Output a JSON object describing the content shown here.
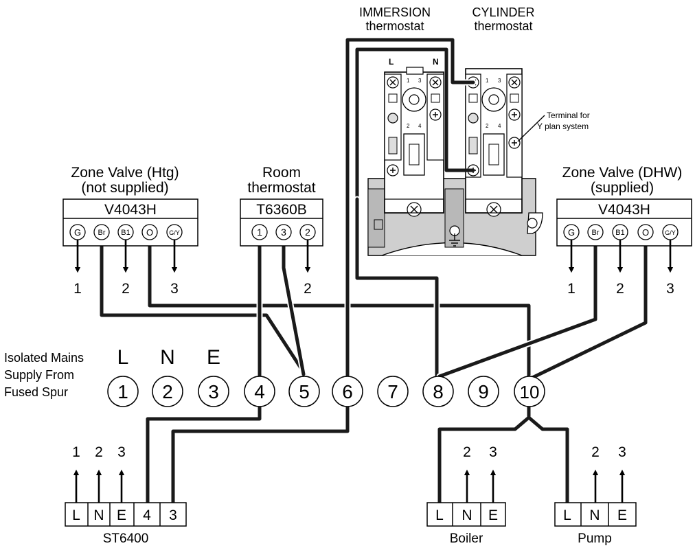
{
  "thermostats": {
    "immersion_line1": "IMMERSION",
    "immersion_line2": "thermostat",
    "cylinder_line1": "CYLINDER",
    "cylinder_line2": "thermostat",
    "label_L": "L",
    "label_N": "N",
    "t1": "1",
    "t2": "2",
    "t3": "3",
    "t4": "4",
    "y_plan_line1": "Terminal for",
    "y_plan_line2": "Y plan system"
  },
  "zone_valve_htg": {
    "title1": "Zone Valve (Htg)",
    "title2": "(not supplied)",
    "model": "V4043H",
    "terminals": [
      "G",
      "Br",
      "B1",
      "O",
      "G/Y"
    ],
    "outputs": [
      "1",
      "2",
      "3"
    ]
  },
  "room_thermostat": {
    "title1": "Room",
    "title2": "thermostat",
    "model": "T6360B",
    "terminals": [
      "1",
      "3",
      "2"
    ],
    "output": "2"
  },
  "zone_valve_dhw": {
    "title1": "Zone Valve (DHW)",
    "title2": "(supplied)",
    "model": "V4043H",
    "terminals": [
      "G",
      "Br",
      "B1",
      "O",
      "G/Y"
    ],
    "outputs": [
      "1",
      "2",
      "3"
    ]
  },
  "mains": {
    "line1": "Isolated Mains",
    "line2": "Supply From",
    "line3": "Fused Spur",
    "letters": [
      "L",
      "N",
      "E"
    ]
  },
  "terminal_strip": [
    "1",
    "2",
    "3",
    "4",
    "5",
    "6",
    "7",
    "8",
    "9",
    "10"
  ],
  "st6400": {
    "inputs": [
      "1",
      "2",
      "3"
    ],
    "cells": [
      "L",
      "N",
      "E",
      "4",
      "3"
    ],
    "name": "ST6400"
  },
  "boiler": {
    "inputs": [
      "2",
      "3"
    ],
    "cells": [
      "L",
      "N",
      "E"
    ],
    "name": "Boiler"
  },
  "pump": {
    "inputs": [
      "2",
      "3"
    ],
    "cells": [
      "L",
      "N",
      "E"
    ],
    "name": "Pump"
  }
}
